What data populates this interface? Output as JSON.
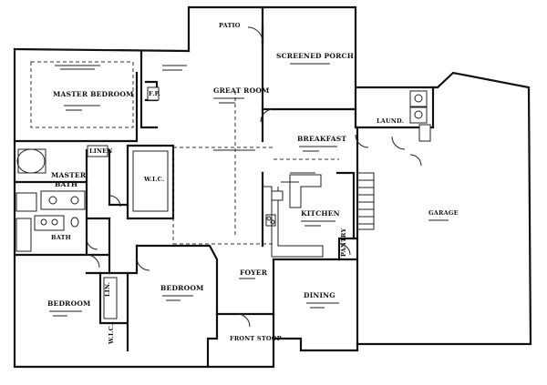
{
  "rooms": {
    "patio": "PATIO",
    "screened_porch": "SCREENED PORCH",
    "master_bedroom": "MASTER BEDROOM",
    "great_room": "GREAT ROOM",
    "laundry": "LAUND.",
    "breakfast": "BREAKFAST",
    "master_bath": "MASTER BATH",
    "linen": "LINEN",
    "kitchen": "KITCHEN",
    "garage": "GARAGE",
    "bath": "BATH",
    "bedroom_left": "BEDROOM",
    "bedroom_center": "BEDROOM",
    "foyer": "FOYER",
    "dining": "DINING",
    "front_stoop": "FRONT STOOP",
    "wic_master": "W.I.C.",
    "wic_bed": "W.I.C.",
    "linen_small": "LIN.",
    "pantry": "PANTRY",
    "fp": "F.P."
  }
}
